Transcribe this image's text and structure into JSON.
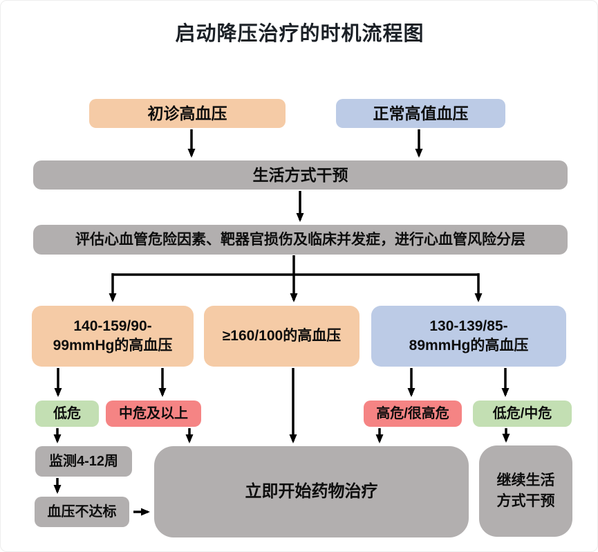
{
  "title": "启动降压治疗的时机流程图",
  "colors": {
    "orange": "#F5CBA6",
    "blue": "#BCCBE6",
    "gray": "#B2AFAF",
    "green": "#C3DFB3",
    "red": "#F58484",
    "arrow": "#000000",
    "text": "#0D0D0D",
    "title_text": "#1B2026",
    "background": "#FFFFFF"
  },
  "nodes": {
    "first_visit": {
      "label": "初诊高血压"
    },
    "high_normal": {
      "label": "正常高值血压"
    },
    "lifestyle": {
      "label": "生活方式干预"
    },
    "assess": {
      "label": "评估心血管危险因素、靶器官损伤及临床并发症，进行心血管风险分层"
    },
    "bp_140": {
      "line1": "140-159/90-",
      "line2": "99mmHg的高血压"
    },
    "bp_160": {
      "label": "≥160/100的高血压"
    },
    "bp_130": {
      "line1": "130-139/85-",
      "line2": "89mmHg的高血压"
    },
    "low_risk": {
      "label": "低危"
    },
    "mid_risk": {
      "label": "中危及以上"
    },
    "high_risk": {
      "label": "高危/很高危"
    },
    "low_mid_risk": {
      "label": "低危/中危"
    },
    "monitor": {
      "label": "监测4-12周"
    },
    "bp_not_reached": {
      "label": "血压不达标"
    },
    "start_medication": {
      "label": "立即开始药物治疗"
    },
    "continue_lifestyle": {
      "line1": "继续生活",
      "line2": "方式干预"
    }
  }
}
